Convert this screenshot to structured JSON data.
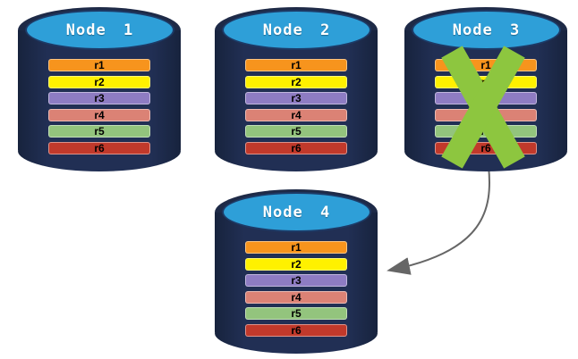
{
  "palette": {
    "background": "#FFFFFF",
    "cylinder_body": "#212F54",
    "cylinder_top_face": "#2E9FD8",
    "cylinder_outline": "#1D3A66",
    "node_label_text": "#FFFFFF",
    "replica_label_text": "#000000",
    "failed_x": "#8DC63F",
    "arrow": "#666666"
  },
  "nodes": [
    {
      "label": "Node 1",
      "failed": false,
      "replicas": [
        {
          "label": "r1",
          "color": "#F7941D"
        },
        {
          "label": "r2",
          "color": "#FFF100"
        },
        {
          "label": "r3",
          "color": "#8E7CC3"
        },
        {
          "label": "r4",
          "color": "#DB8275"
        },
        {
          "label": "r5",
          "color": "#93C47D"
        },
        {
          "label": "r6",
          "color": "#C1392B"
        }
      ]
    },
    {
      "label": "Node 2",
      "failed": false,
      "replicas": [
        {
          "label": "r1",
          "color": "#F7941D"
        },
        {
          "label": "r2",
          "color": "#FFF100"
        },
        {
          "label": "r3",
          "color": "#8E7CC3"
        },
        {
          "label": "r4",
          "color": "#DB8275"
        },
        {
          "label": "r5",
          "color": "#93C47D"
        },
        {
          "label": "r6",
          "color": "#C1392B"
        }
      ]
    },
    {
      "label": "Node 3",
      "failed": true,
      "replicas": [
        {
          "label": "r1",
          "color": "#F7941D"
        },
        {
          "label": "r2",
          "color": "#FFF100"
        },
        {
          "label": "r3",
          "color": "#8E7CC3"
        },
        {
          "label": "r4",
          "color": "#DB8275"
        },
        {
          "label": "r5",
          "color": "#93C47D"
        },
        {
          "label": "r6",
          "color": "#C1392B"
        }
      ]
    },
    {
      "label": "Node 4",
      "failed": false,
      "replicas": [
        {
          "label": "r1",
          "color": "#F7941D"
        },
        {
          "label": "r2",
          "color": "#FFF100"
        },
        {
          "label": "r3",
          "color": "#8E7CC3"
        },
        {
          "label": "r4",
          "color": "#DB8275"
        },
        {
          "label": "r5",
          "color": "#93C47D"
        },
        {
          "label": "r6",
          "color": "#C1392B"
        }
      ]
    }
  ],
  "failed_node_x": {
    "color": "#8DC63F"
  },
  "arrow": {
    "color": "#666666",
    "from": "Node 3",
    "to": "Node 4"
  }
}
